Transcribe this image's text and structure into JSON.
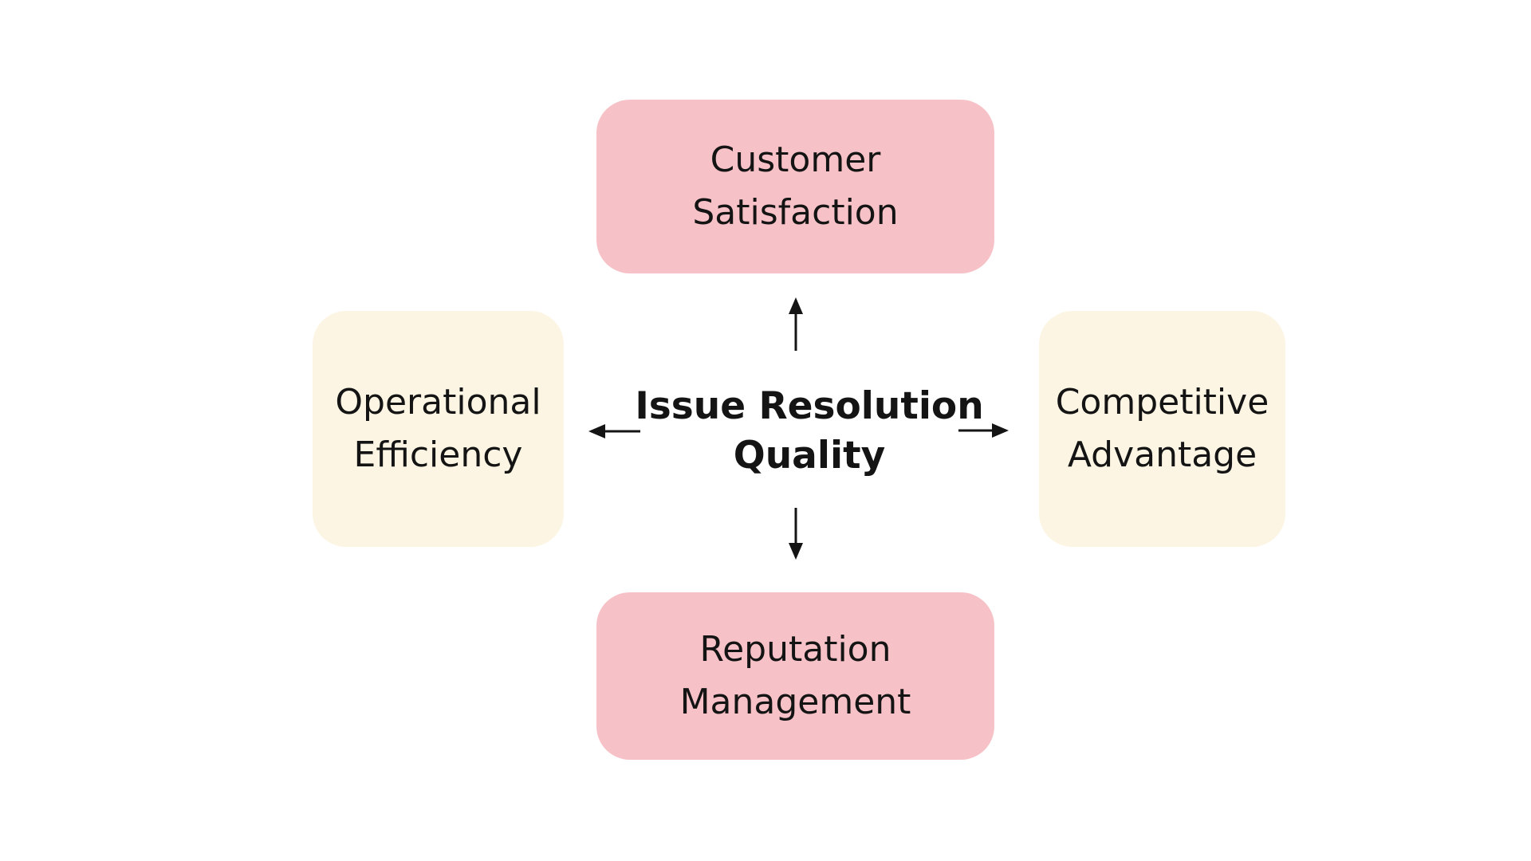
{
  "diagram": {
    "background_color": "#ffffff",
    "text_color": "#141414",
    "center": {
      "lines": [
        "Issue Resolution",
        "Quality"
      ]
    },
    "nodes": {
      "top": {
        "lines": [
          "Customer",
          "Satisfaction"
        ],
        "fill": "#f7c2c7"
      },
      "bottom": {
        "lines": [
          "Reputation",
          "Management"
        ],
        "fill": "#f7c2c7"
      },
      "left": {
        "lines": [
          "Operational",
          "Efficiency"
        ],
        "fill": "#fcf5e4"
      },
      "right": {
        "lines": [
          "Competitive",
          "Advantage"
        ],
        "fill": "#fcf5e4"
      }
    },
    "arrows": {
      "color": "#141414",
      "directions": [
        "up",
        "left",
        "right",
        "down"
      ]
    }
  }
}
